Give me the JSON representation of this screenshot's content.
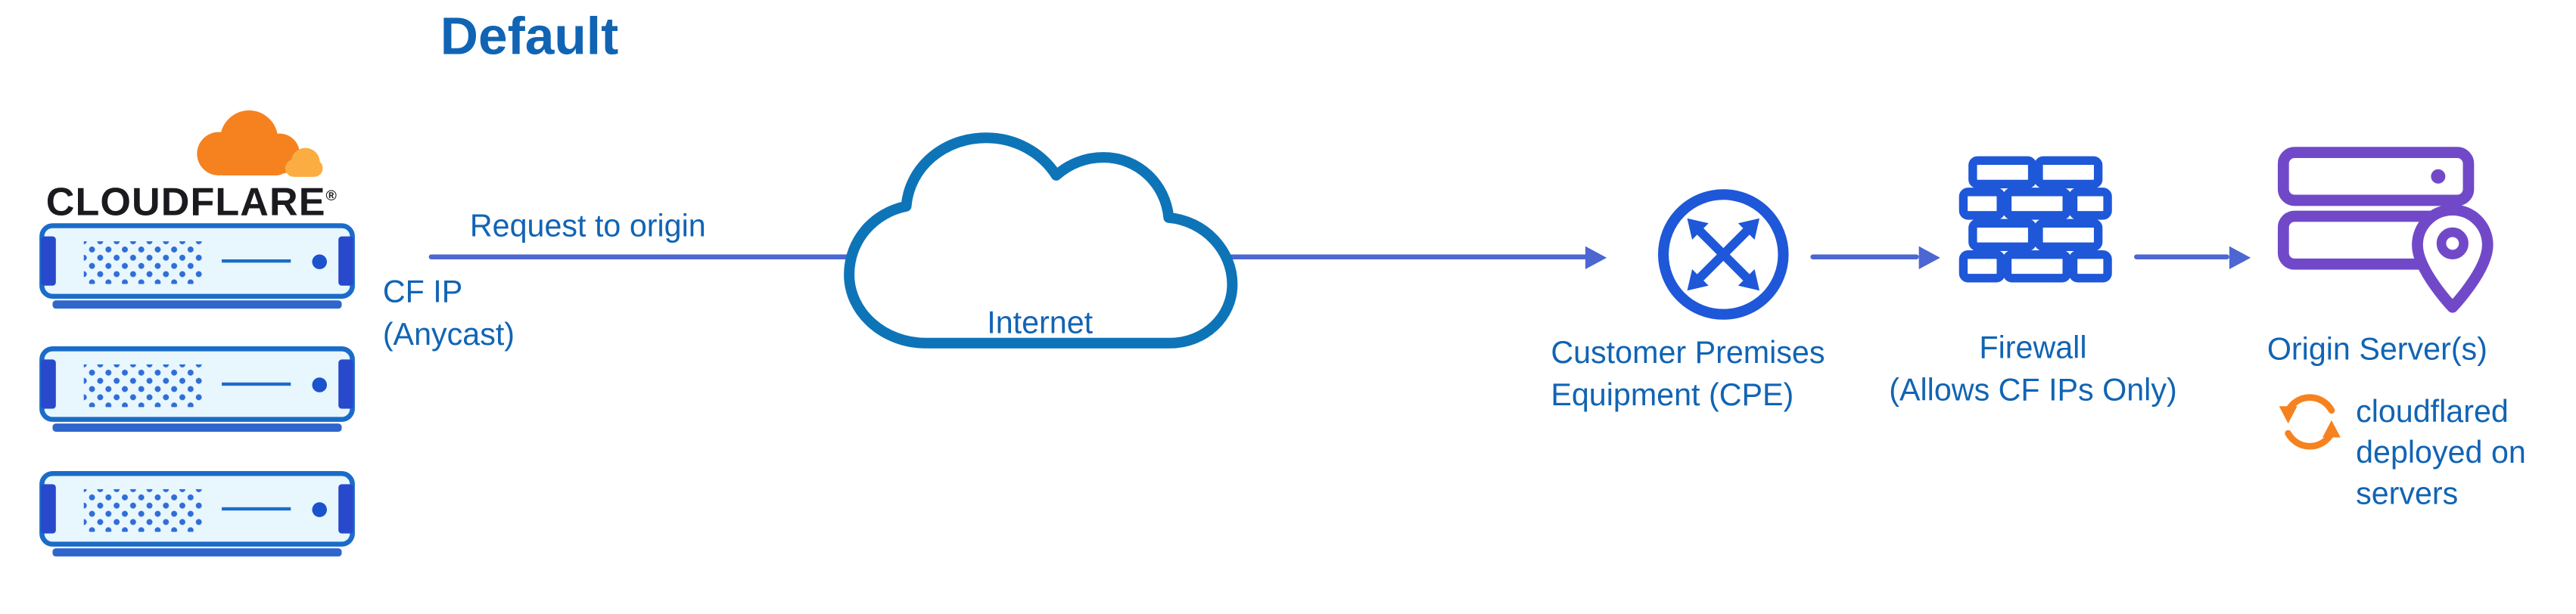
{
  "title": "Default",
  "logo": {
    "brand": "CLOUDFLARE",
    "registered": "®"
  },
  "flow": {
    "request_label": "Request to origin",
    "cf_ip_line1": "CF IP",
    "cf_ip_line2": "(Anycast)"
  },
  "internet": {
    "label": "Internet"
  },
  "cpe": {
    "line1": "Customer Premises",
    "line2": "Equipment (CPE)"
  },
  "firewall": {
    "line1": "Firewall",
    "line2": "(Allows CF IPs Only)"
  },
  "origin": {
    "label": "Origin Server(s)"
  },
  "cloudflared": {
    "line1": "cloudflared",
    "line2": "deployed on",
    "line3": "servers"
  },
  "edge": {
    "server_count": 3
  },
  "icons": {
    "cloudflare_logo": "cloudflare-cloud-logo",
    "edge_servers": "edge-server-stack",
    "internet_cloud": "internet-cloud",
    "cpe": "network-exchange-circle",
    "firewall": "brick-wall",
    "origin_servers": "server-stack-with-location-pin",
    "cloudflared": "sync-arrows"
  },
  "colors": {
    "text_blue": "#1164b4",
    "arrow_blue": "#4c66d2",
    "icon_blue": "#1e57d8",
    "cloud_outline_blue": "#0e74b8",
    "server_border_blue": "#1a6cc8",
    "server_fill": "#e8f6fe",
    "origin_purple": "#7149c8",
    "cloudflare_orange": "#f6821f",
    "cloudflare_orange_light": "#fbad41",
    "brand_text": "#1b1b1f"
  }
}
